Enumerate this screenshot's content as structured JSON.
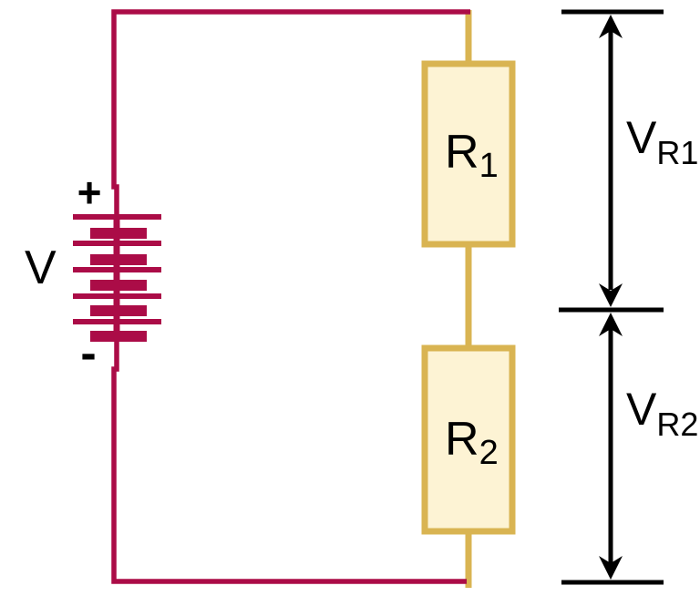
{
  "diagram": {
    "labels": {
      "battery_voltage": "V",
      "battery_positive": "+",
      "battery_negative": "-",
      "resistor1": {
        "base": "R",
        "sub": "1"
      },
      "resistor2": {
        "base": "R",
        "sub": "2"
      },
      "voltage_r1": {
        "base": "V",
        "sub": "R1"
      },
      "voltage_r2": {
        "base": "V",
        "sub": "R2"
      }
    },
    "colors": {
      "wire": "#ab0c47",
      "resistor_stroke": "#d9b452",
      "resistor_fill": "#fdf3d4",
      "annotation": "#000000",
      "background": "#ffffff"
    }
  }
}
